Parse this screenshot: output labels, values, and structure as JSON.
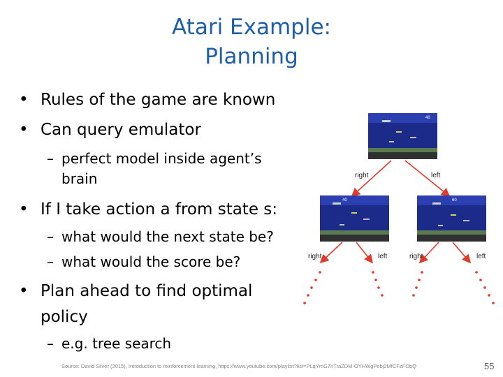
{
  "slide": {
    "title_line1": "Atari Example:",
    "title_line2": "Planning",
    "bullets": [
      "Rules of the game are known",
      "Can query emulator",
      "If I take action a from state s:",
      "Plan ahead to find optimal",
      "policy"
    ],
    "subbullets": [
      "perfect model inside agent’s",
      "brain",
      "what would the next state be?",
      "what would the score be?",
      "e.g. tree search"
    ],
    "bullet_glyph": "•",
    "dash_glyph": "–",
    "source": "Source: David Silver (2015), Introduction to reinforcement learning, https://www.youtube.com/playlist?list=PLqYmG7hTraZDM-OYHWgPebj2MfCFzFObQ",
    "page_number": "55"
  },
  "tree": {
    "labels": [
      "right",
      "left",
      "right",
      "left",
      "right",
      "left"
    ],
    "score_top": "40",
    "score_left": "40",
    "score_right": "60",
    "colors": {
      "arrow": "#e03a2a",
      "screen_sky": "#2c3fb0",
      "screen_water": "#1c2a8a",
      "screen_ground": "#5a7a50"
    }
  }
}
